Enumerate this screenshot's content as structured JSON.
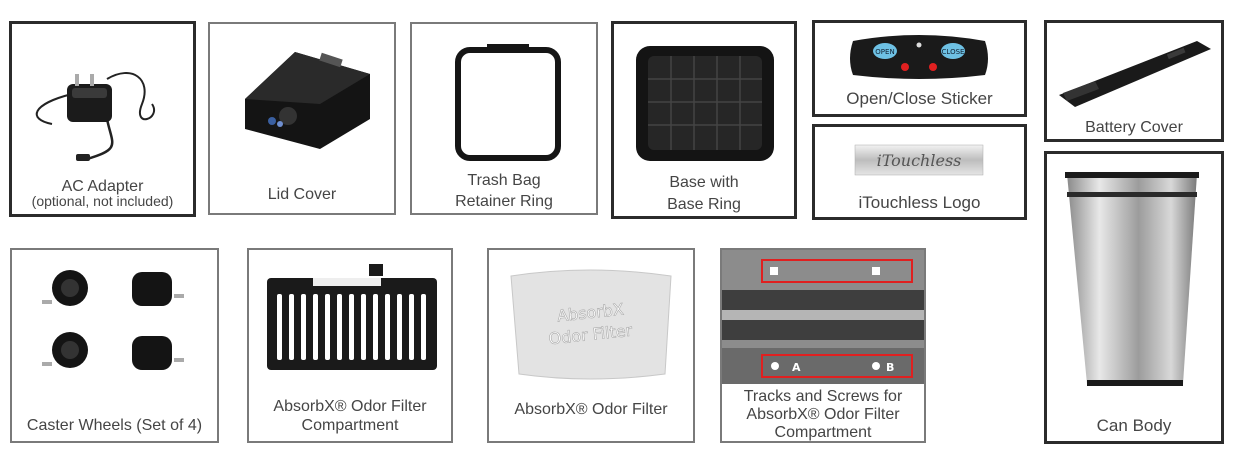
{
  "parts": {
    "ac_adapter": {
      "label": "AC Adapter",
      "note": "(optional, not included)"
    },
    "lid_cover": {
      "label": "Lid Cover"
    },
    "retainer_ring": {
      "line1": "Trash Bag",
      "line2": "Retainer Ring"
    },
    "base": {
      "line1": "Base with",
      "line2": "Base Ring"
    },
    "sticker": {
      "label": "Open/Close Sticker",
      "open_text": "OPEN",
      "close_text": "CLOSE"
    },
    "logo": {
      "label": "iTouchless Logo",
      "logo_text": "iTouchless"
    },
    "battery_cover": {
      "label": "Battery Cover"
    },
    "can_body": {
      "label": "Can Body"
    },
    "caster_wheels": {
      "label": "Caster Wheels (Set of 4)"
    },
    "filter_compartment": {
      "line1": "AbsorbX® Odor Filter",
      "line2": "Compartment"
    },
    "odor_filter": {
      "label": "AbsorbX® Odor Filter",
      "pack_line1": "AbsorbX",
      "pack_line2": "Odor Filter"
    },
    "tracks_screws": {
      "line1": "Tracks and Screws for",
      "line2": "AbsorbX®  Odor Filter",
      "line3": "Compartment",
      "marker_a": "A",
      "marker_b": "B"
    }
  }
}
